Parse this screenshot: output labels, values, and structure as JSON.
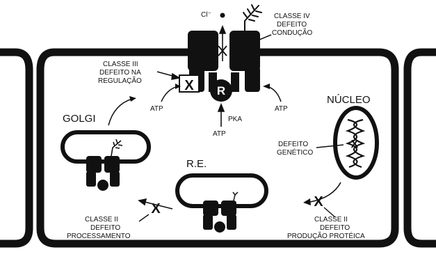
{
  "labels": {
    "chloride": "Cl⁻",
    "class4": [
      "CLASSE IV",
      "DEFEITO",
      "CONDUÇÃO"
    ],
    "class3": [
      "CLASSE III",
      "DEFEITO NA",
      "REGULAÇÃO"
    ],
    "atp_left": "ATP",
    "atp_right": "ATP",
    "atp_bottom": "ATP",
    "pka": "PKA",
    "r_domain": "R",
    "golgi": "GOLGI",
    "nucleus": "NÚCLEO",
    "er": "R.E.",
    "genetic_defect": [
      "DEFEITO",
      "GENÉTICO"
    ],
    "class2_processing": [
      "CLASSE II",
      "DEFEITO",
      "PROCESSAMENTO"
    ],
    "class2_production": [
      "CLASSE II",
      "DEFEITO",
      "PRODUÇÃO PROTÉICA"
    ],
    "x_mark": "X"
  },
  "colors": {
    "ink": "#111111",
    "paper": "#ffffff"
  }
}
